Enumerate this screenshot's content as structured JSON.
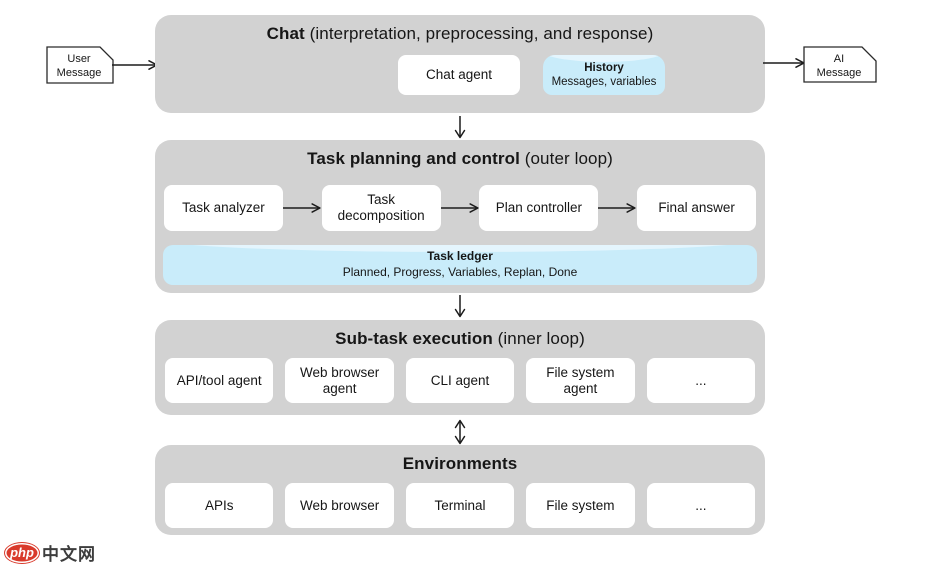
{
  "palette": {
    "section_bg": "#d2d2d2",
    "card_bg": "#ffffff",
    "cylinder_bg": "#c9ecfa",
    "cylinder_highlight": "#e4f5fd",
    "arrow": "#1c1c1c",
    "text": "#161616",
    "logo_red": "#d93a2b"
  },
  "io": {
    "user_message": {
      "line1": "User",
      "line2": "Message"
    },
    "ai_message": {
      "line1": "AI",
      "line2": "Message"
    }
  },
  "sections": {
    "chat": {
      "title_bold": "Chat",
      "title_rest": " (interpretation, preprocessing, and response)",
      "chat_agent": "Chat agent",
      "history_title": "History",
      "history_sub": "Messages, variables"
    },
    "planning": {
      "title_bold": "Task planning and control",
      "title_rest": " (outer loop)",
      "steps": [
        "Task analyzer",
        "Task decomposition",
        "Plan controller",
        "Final answer"
      ],
      "ledger_title": "Task ledger",
      "ledger_sub": "Planned, Progress, Variables, Replan, Done"
    },
    "subtask": {
      "title_bold": "Sub-task execution",
      "title_rest": " (inner loop)",
      "agents": [
        "API/tool agent",
        "Web browser agent",
        "CLI agent",
        "File system agent",
        "..."
      ]
    },
    "environments": {
      "title_bold": "Environments",
      "title_rest": "",
      "items": [
        "APIs",
        "Web browser",
        "Terminal",
        "File system",
        "..."
      ]
    }
  },
  "watermark": {
    "badge": "php",
    "text": "中文网"
  }
}
